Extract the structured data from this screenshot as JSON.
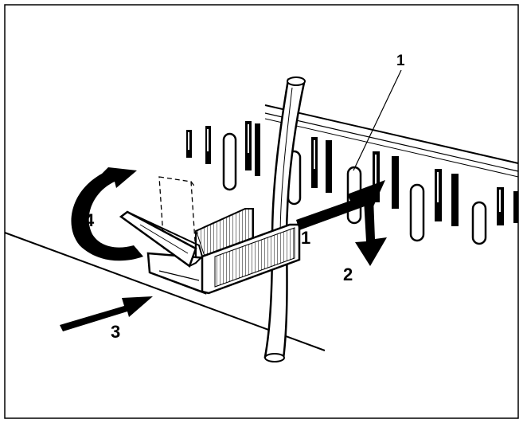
{
  "diagram": {
    "callouts": {
      "part_1_leader": "1",
      "part_1_side": "1",
      "step_2": "2",
      "step_3": "3",
      "step_4": "4"
    },
    "colors": {
      "line": "#000000",
      "background": "#ffffff"
    }
  }
}
